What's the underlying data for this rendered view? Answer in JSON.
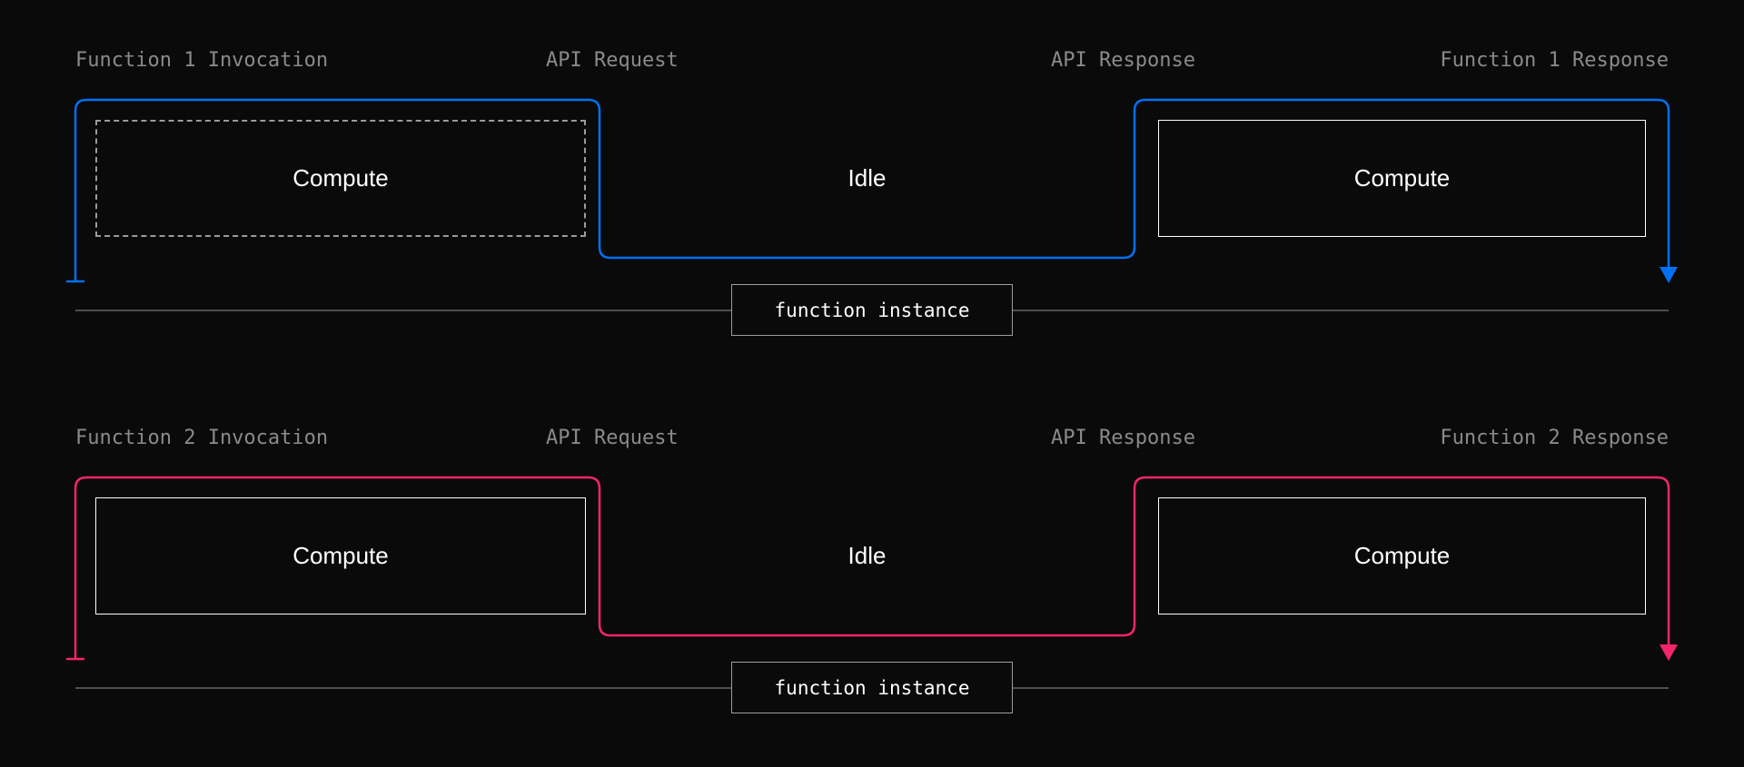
{
  "colors": {
    "background": "#0a0a0a",
    "accent_blue": "#0070f3",
    "accent_pink": "#f5256c",
    "label": "#8a8a8a",
    "line": "#4f4f4f",
    "box_border": "#ffffff",
    "dashed_border": "#9b9b9b",
    "instance_border": "#9e9e9e",
    "text": "#ffffff"
  },
  "diagrams": [
    {
      "id": "function-1",
      "accent": "#0070f3",
      "labels": {
        "invocation": "Function 1 Invocation",
        "api_request": "API Request",
        "api_response": "API Response",
        "function_response": "Function 1 Response"
      },
      "segments": {
        "compute_left": "Compute",
        "idle": "Idle",
        "compute_right": "Compute"
      },
      "compute_left_border": "dashed",
      "instance_label": "function instance"
    },
    {
      "id": "function-2",
      "accent": "#f5256c",
      "labels": {
        "invocation": "Function 2 Invocation",
        "api_request": "API Request",
        "api_response": "API Response",
        "function_response": "Function 2 Response"
      },
      "segments": {
        "compute_left": "Compute",
        "idle": "Idle",
        "compute_right": "Compute"
      },
      "compute_left_border": "solid",
      "instance_label": "function instance"
    }
  ]
}
